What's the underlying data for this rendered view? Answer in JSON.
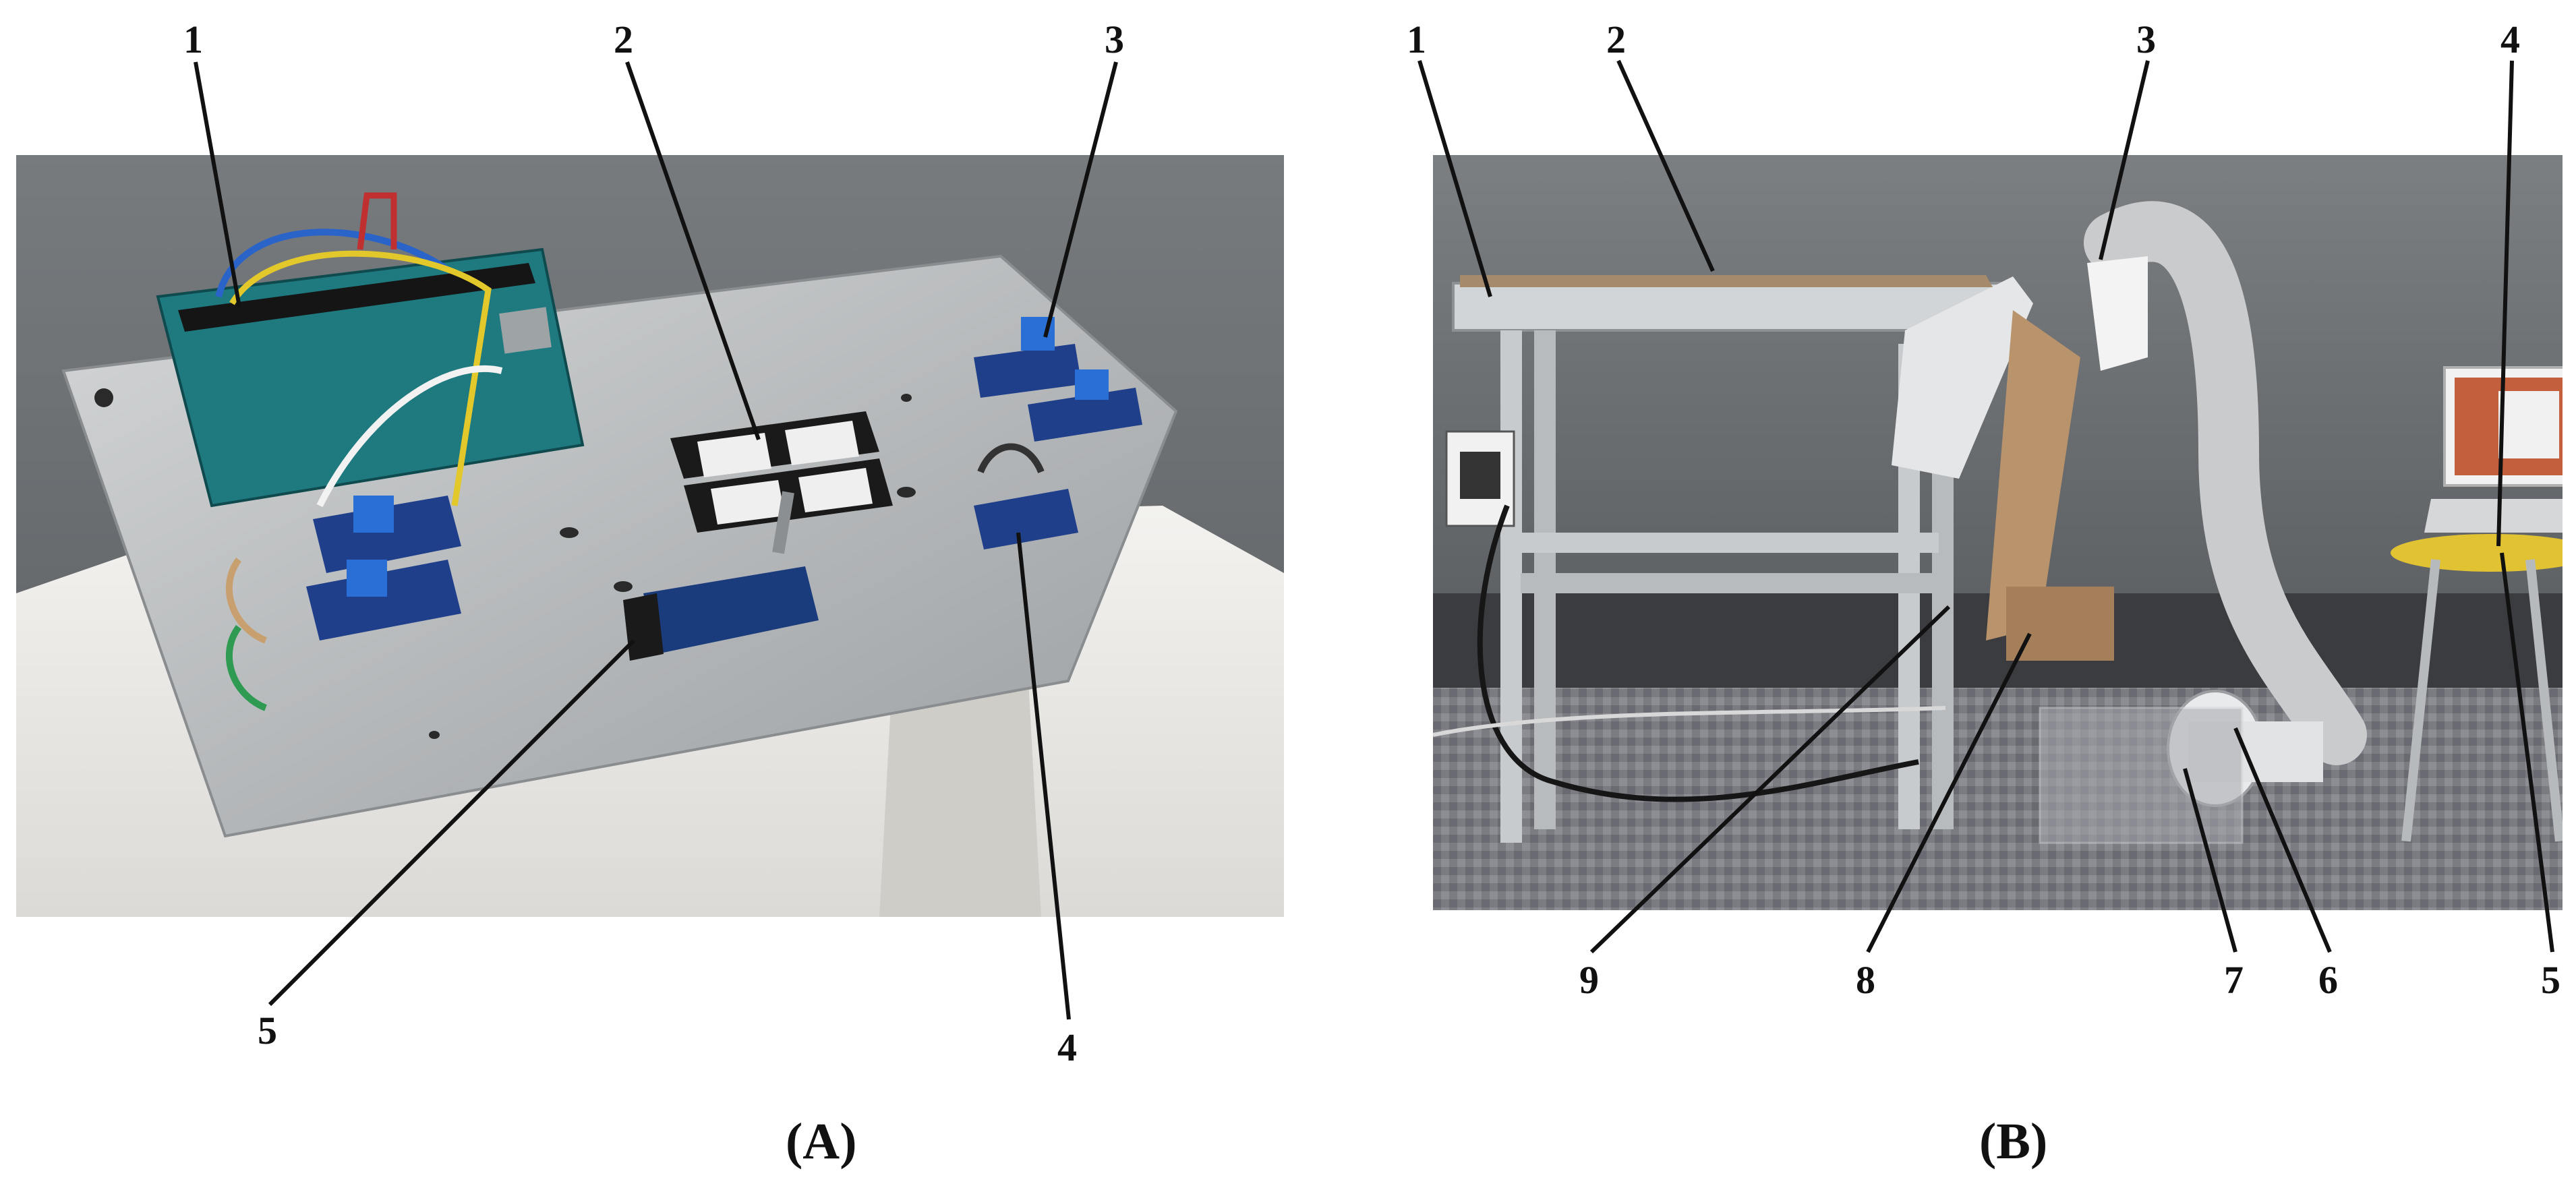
{
  "panels": [
    {
      "id": "A",
      "caption": "(A)",
      "callouts": [
        "1",
        "2",
        "3",
        "4",
        "5"
      ]
    },
    {
      "id": "B",
      "caption": "(B)",
      "callouts": [
        "1",
        "2",
        "3",
        "4",
        "5",
        "6",
        "7",
        "8",
        "9"
      ]
    }
  ],
  "colors": {
    "wall": "#6e7275",
    "plate": "#b9bcbe",
    "foam": "#ecebe8",
    "arduino": "#1f7a80",
    "module_blue": "#1f3f8a",
    "floor": "#7f8086",
    "frame": "#c9cdd0",
    "duct": "#c7c9cb"
  }
}
